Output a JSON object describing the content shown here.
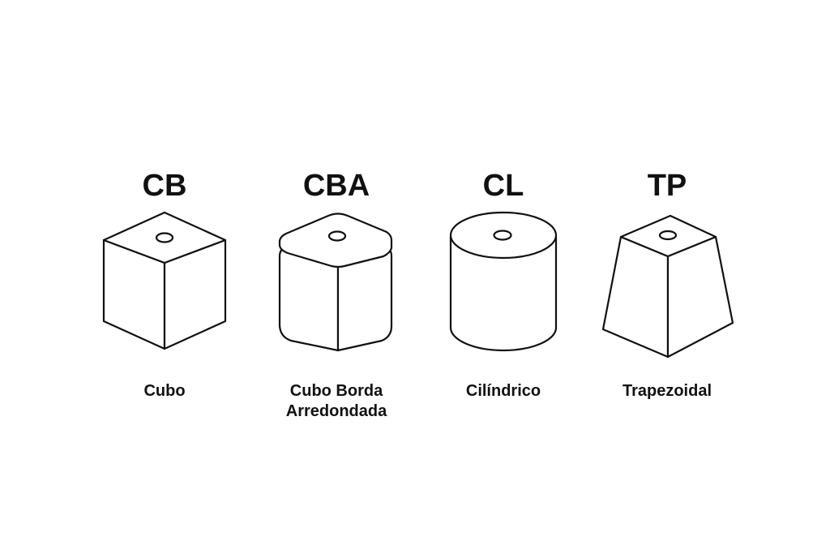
{
  "shapes": [
    {
      "code": "CB",
      "label_lines": [
        "Cubo"
      ]
    },
    {
      "code": "CBA",
      "label_lines": [
        "Cubo Borda",
        "Arredondada"
      ]
    },
    {
      "code": "CL",
      "label_lines": [
        "Cilíndrico"
      ]
    },
    {
      "code": "TP",
      "label_lines": [
        "Trapezoidal"
      ]
    }
  ]
}
